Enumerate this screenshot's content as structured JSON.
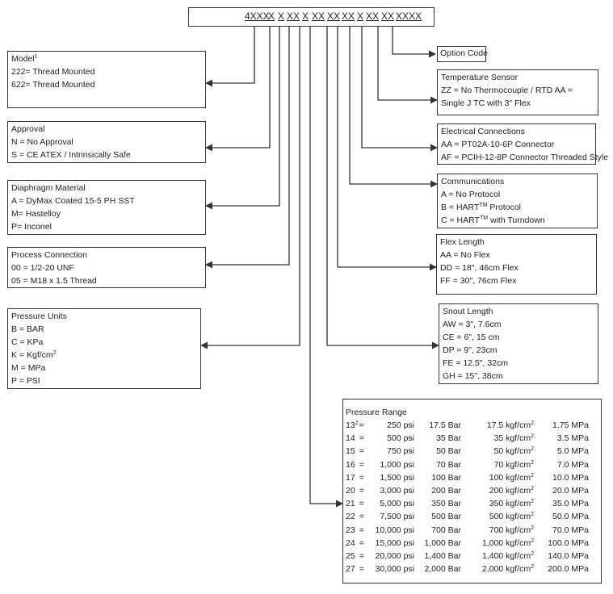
{
  "model_code": {
    "segments": [
      "4XXX",
      "X",
      "X",
      "XX",
      "X",
      "XX",
      "XX",
      "XX",
      "X",
      "XX",
      "XX",
      "XXXX"
    ]
  },
  "option_code": {
    "label": "Option Code"
  },
  "model": {
    "title": "Model",
    "footnote": "1",
    "lines": [
      "222= Thread Mounted",
      "622= Thread Mounted"
    ]
  },
  "approval": {
    "title": "Approval",
    "lines": [
      "N = No Approval",
      "S =  CE ATEX / Intrinsically Safe"
    ]
  },
  "diaphragm": {
    "title": "Diaphragm Material",
    "lines": [
      "A =  DyMax Coated 15-5 PH SST",
      "M= Hastelloy",
      "P=  Inconel"
    ]
  },
  "process_connection": {
    "title": "Process Connection",
    "lines": [
      "00 = 1/2-20 UNF",
      "05 = M18 x 1.5 Thread"
    ]
  },
  "pressure_units": {
    "title": "Pressure Units",
    "lines": [
      "B =  BAR",
      "C = KPa",
      "K = Kgf/cm",
      "M = MPa",
      "P = PSI"
    ],
    "sup_kgf": "2"
  },
  "temperature_sensor": {
    "title": "Temperature Sensor",
    "lines": [
      "ZZ = No Thermocouple / RTD AA =",
      "Single J TC with 3\" Flex"
    ]
  },
  "electrical": {
    "title": "Electrical Connections",
    "lines": [
      "AA = PT02A-10-6P Connector",
      "AF = PCIH-12-8P Connector Threaded Style"
    ]
  },
  "communications": {
    "title": "Communications",
    "lines": [
      "A =  No Protocol",
      "B =  HART",
      "C = HART"
    ],
    "tm": "TM",
    "tails": [
      " Protocol",
      " with Turndown"
    ]
  },
  "flex_length": {
    "title": "Flex Length",
    "lines": [
      "AA = No Flex",
      "DD = 18\", 46cm Flex",
      "FF = 30\", 76cm Flex"
    ]
  },
  "snout_length": {
    "title": "Snout Length",
    "lines": [
      "AW = 3\", 7.6cm",
      "CE = 6\", 15 cm",
      "DP = 9\", 23cm",
      "FE = 12.5\", 32cm",
      "GH = 15\", 38cm"
    ]
  },
  "pressure_range": {
    "title": "Pressure Range",
    "sup": "2",
    "rows": [
      {
        "code": "13",
        "sym": "=",
        "psi": "250 psi",
        "bar": "17.5 Bar",
        "kgf": "17.5 kgf/cm",
        "mpa": "1.75 MPa"
      },
      {
        "code": "14",
        "sym": "=",
        "psi": "500 psi",
        "bar": "35 Bar",
        "kgf": "35 kgf/cm",
        "mpa": "3.5 MPa"
      },
      {
        "code": "15",
        "sym": "=",
        "psi": "750 psi",
        "bar": "50 Bar",
        "kgf": "50 kgf/cm",
        "mpa": "5.0 MPa"
      },
      {
        "code": "16",
        "sym": "=",
        "psi": "1,000 psi",
        "bar": "70 Bar",
        "kgf": "70 kgf/cm",
        "mpa": "7.0 MPa"
      },
      {
        "code": "17",
        "sym": "=",
        "psi": "1,500 psi",
        "bar": "100 Bar",
        "kgf": "100 kgf/cm",
        "mpa": "10.0 MPa"
      },
      {
        "code": "20",
        "sym": "=",
        "psi": "3,000 psi",
        "bar": "200 Bar",
        "kgf": "200 kgf/cm",
        "mpa": "20.0 MPa"
      },
      {
        "code": "21",
        "sym": "=",
        "psi": "5,000 psi",
        "bar": "350 Bar",
        "kgf": "350 kgf/cm",
        "mpa": "35.0 MPa"
      },
      {
        "code": "22",
        "sym": "=",
        "psi": "7,500 psi",
        "bar": "500 Bar",
        "kgf": "500 kgf/cm",
        "mpa": "50.0 MPa"
      },
      {
        "code": "23",
        "sym": "=",
        "psi": "10,000 psi",
        "bar": "700 Bar",
        "kgf": "700 kgf/cm",
        "mpa": "70.0 MPa"
      },
      {
        "code": "24",
        "sym": "=",
        "psi": "15,000 psi",
        "bar": "1,000 Bar",
        "kgf": "1,000 kgf/cm",
        "mpa": "100.0 MPa"
      },
      {
        "code": "25",
        "sym": "=",
        "psi": "20,000 psi",
        "bar": "1,400 Bar",
        "kgf": "1,400 kgf/cm",
        "mpa": "140.0 MPa"
      },
      {
        "code": "27",
        "sym": "=",
        "psi": "30,000 psi",
        "bar": "2,000 Bar",
        "kgf": "2,000 kgf/cm",
        "mpa": "200.0 MPa"
      }
    ]
  }
}
